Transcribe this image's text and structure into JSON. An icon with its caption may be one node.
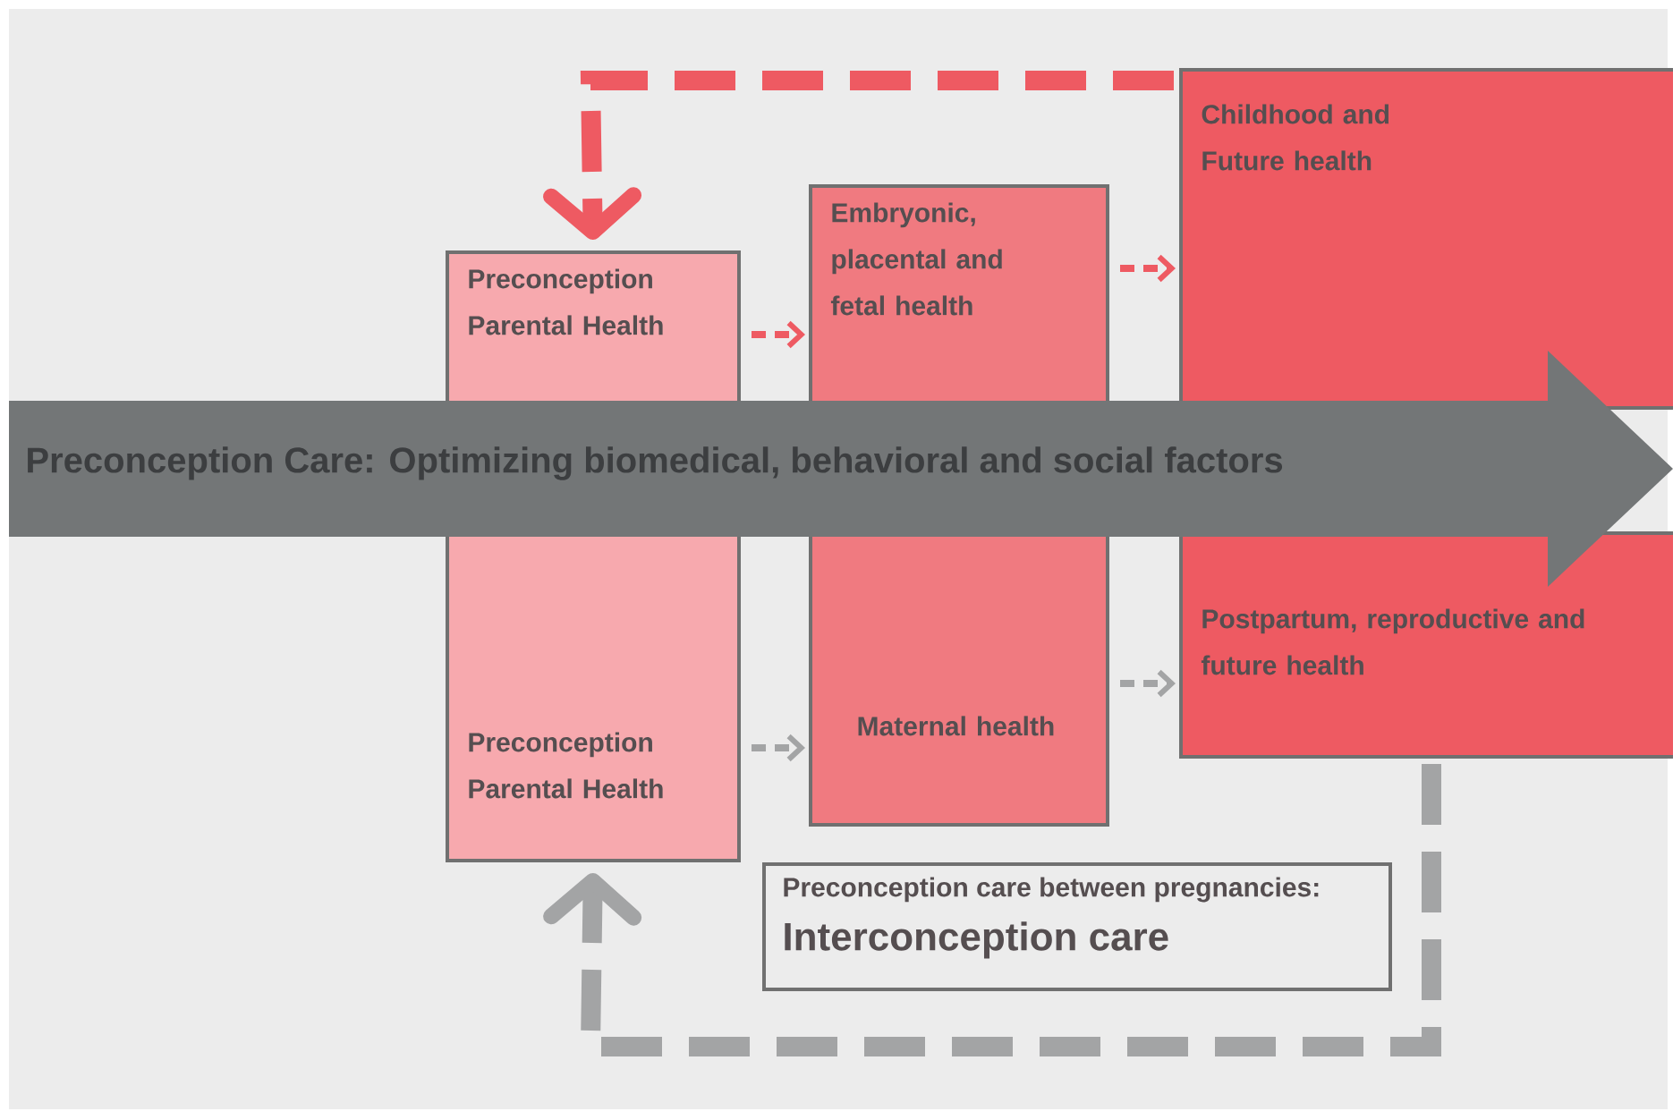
{
  "diagram": {
    "nodes": [
      {
        "text": [
          "Preconception Parental Health"
        ]
      },
      {
        "text": [
          "Embryonic, placental and fetal health"
        ]
      },
      {
        "text": [
          "Childhood and Future health"
        ]
      },
      {
        "text": [
          "Preconception Care:  Optimizing biomedical, behavioral and social factors"
        ]
      },
      {
        "text": [
          "Preconception Parental Health"
        ]
      },
      {
        "text": [
          "Maternal health"
        ]
      },
      {
        "text": [
          "Postpartum, reproductive and future health"
        ]
      },
      {
        "text": [
          "Preconception care between pregnancies:",
          "Interconception care"
        ]
      }
    ],
    "edges": [
      {
        "from": 0,
        "to": 1,
        "arrow": "to",
        "style": "dashed",
        "color": "#ee5a62"
      },
      {
        "from": 1,
        "to": 2,
        "arrow": "to",
        "style": "dashed",
        "color": "#ee5a62"
      },
      {
        "from": 2,
        "to": 0,
        "arrow": "to",
        "style": "dashed",
        "color": "#ee5a62"
      },
      {
        "from": 4,
        "to": 5,
        "arrow": "to",
        "style": "dashed",
        "color": "#a3a4a5"
      },
      {
        "from": 5,
        "to": 6,
        "arrow": "to",
        "style": "dashed",
        "color": "#a3a4a5"
      },
      {
        "from": 6,
        "to": 4,
        "arrow": "to",
        "style": "dashed",
        "color": "#a3a4a5"
      }
    ]
  }
}
